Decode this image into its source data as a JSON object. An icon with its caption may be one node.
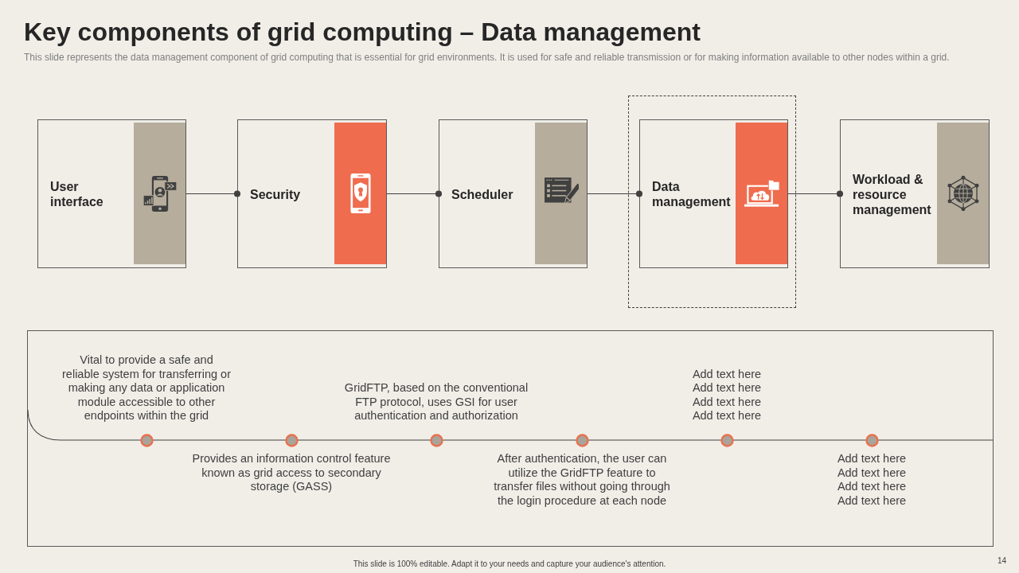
{
  "diagram": {
    "title": "Key components of grid computing – Data management",
    "caption": "This slide represents the data management component of grid computing that is essential for grid environments. It is used for safe and reliable transmission or for making information available to other nodes within a grid.",
    "nodes": [
      {
        "text": [
          "User interface"
        ]
      },
      {
        "text": [
          "Security"
        ]
      },
      {
        "text": [
          "Scheduler"
        ]
      },
      {
        "text": [],
        "shape": "box"
      },
      {
        "text": [
          "Data management"
        ],
        "in": 3
      },
      {
        "text": [
          "Workload & resource management"
        ]
      },
      {
        "text": [
          "Vital to provide a safe and reliable system for transferring or making any data or application module accessible to other endpoints within the grid",
          "Provides an information control feature known as grid access to secondary storage (GASS)",
          "GridFTP, based on the conventional FTP protocol, uses GSI for user authentication and authorization",
          "After authentication, the user can utilize the GridFTP feature to transfer files without going through the login procedure at each node",
          "Add text here Add text here Add text here Add text here",
          "Add text here Add text here Add text here Add text here"
        ]
      }
    ],
    "edges": [
      {
        "from": 0,
        "to": 1,
        "arrow": "other"
      },
      {
        "from": 1,
        "to": 2,
        "arrow": "other"
      },
      {
        "from": 2,
        "to": 4,
        "arrow": "other"
      },
      {
        "from": 4,
        "to": 5,
        "arrow": "other"
      }
    ],
    "labels": [
      "This slide is 100% editable. Adapt it to your needs and capture your audience's attention.",
      "14"
    ]
  }
}
